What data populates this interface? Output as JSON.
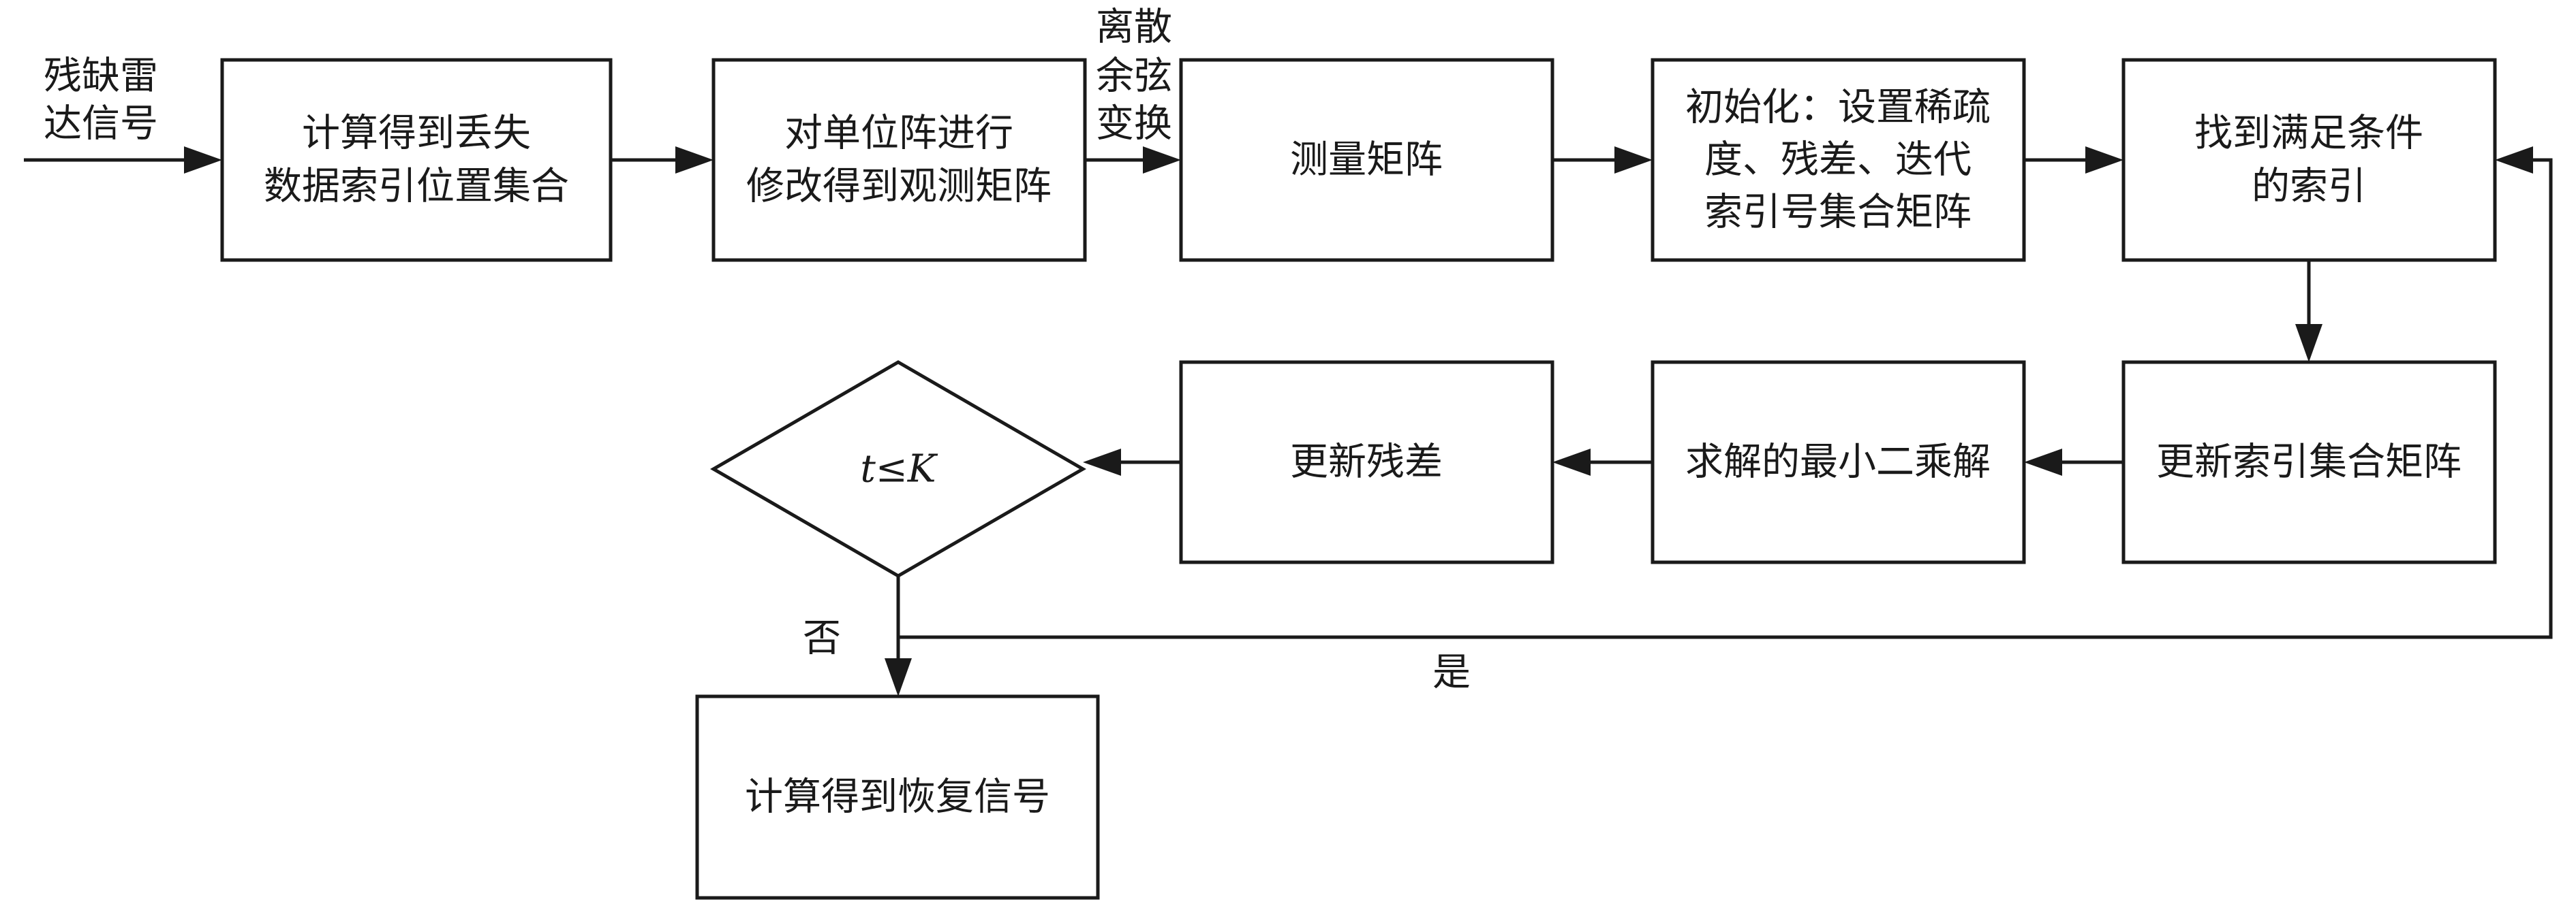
{
  "input_label": [
    "残缺雷",
    "达信号"
  ],
  "nodes": {
    "compute_missing": [
      "计算得到丢失",
      "数据索引位置集合"
    ],
    "modify_identity": [
      "对单位阵进行",
      "修改得到观测矩阵"
    ],
    "dct_label": [
      "离散",
      "余弦",
      "变换"
    ],
    "measure_matrix": [
      "测量矩阵"
    ],
    "initialize": [
      "初始化：设置稀疏",
      "度、残差、迭代",
      "索引号集合矩阵"
    ],
    "find_index": [
      "找到满足条件",
      "的索引"
    ],
    "update_index_set": [
      "更新索引集合矩阵"
    ],
    "least_squares": [
      "求解的最小二乘解"
    ],
    "update_residual": [
      "更新残差"
    ],
    "condition": "t≤K",
    "recover_signal": [
      "计算得到恢复信号"
    ]
  },
  "edge_labels": {
    "no": "否",
    "yes": "是"
  },
  "colors": {
    "stroke": "#1a1a1a",
    "background": "#ffffff"
  }
}
